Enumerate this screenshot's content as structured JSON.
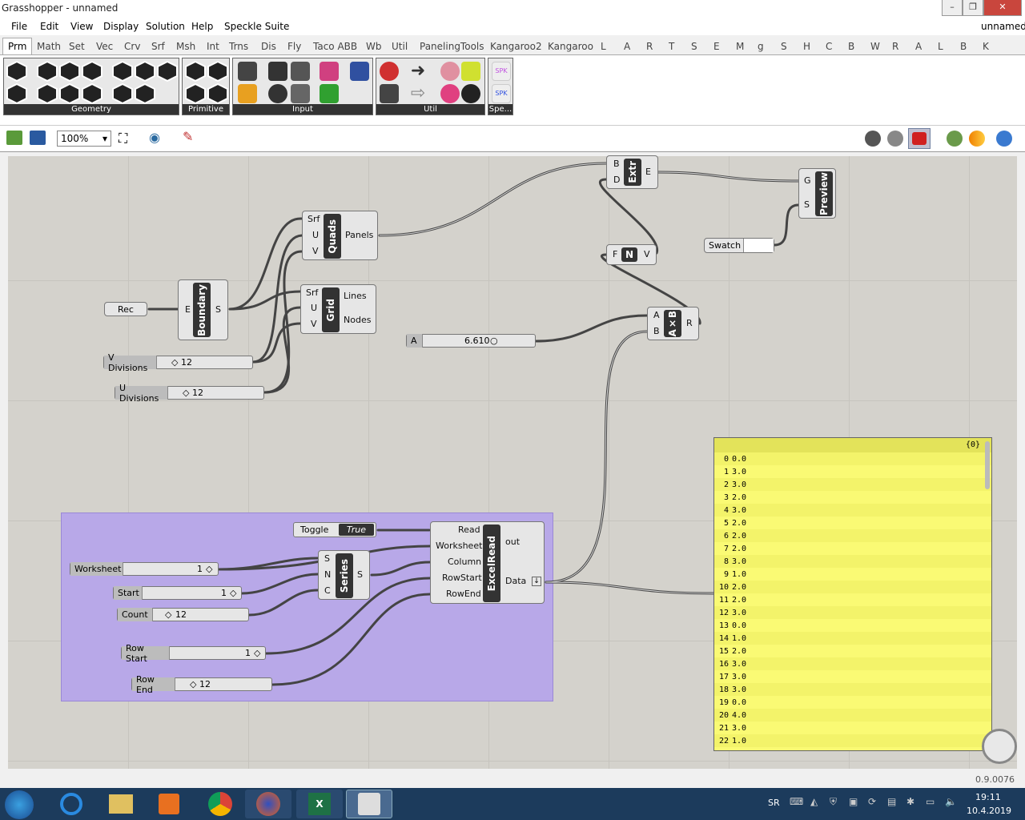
{
  "window": {
    "title": "Grasshopper - unnamed",
    "doc_name": "unnamed"
  },
  "menus": [
    "File",
    "Edit",
    "View",
    "Display",
    "Solution",
    "Help",
    "Speckle Suite"
  ],
  "tabs": [
    "Prm",
    "Math",
    "Set",
    "Vec",
    "Crv",
    "Srf",
    "Msh",
    "Int",
    "Trns",
    "Dis",
    "Fly",
    "Taco ABB",
    "Wb",
    "Util",
    "PanelingTools",
    "Kangaroo2",
    "Kangaroo",
    "L",
    "A",
    "R",
    "T",
    "S",
    "E",
    "M",
    "g",
    "S",
    "H",
    "C",
    "B",
    "W",
    "R",
    "A",
    "L",
    "B",
    "K"
  ],
  "ribbon_panels": {
    "geometry": "Geometry",
    "primitive": "Primitive",
    "input": "Input",
    "util": "Util",
    "speckle": "Spe..."
  },
  "toolbar": {
    "zoom": "100%"
  },
  "components": {
    "rec": "Rec",
    "boundary": {
      "name": "Boundary",
      "in_e": "E",
      "out_s": "S"
    },
    "quads": {
      "name": "Quads",
      "in_srf": "Srf",
      "in_u": "U",
      "in_v": "V",
      "out": "Panels"
    },
    "grid": {
      "name": "Grid",
      "in_srf": "Srf",
      "in_u": "U",
      "in_v": "V",
      "out_lines": "Lines",
      "out_nodes": "Nodes"
    },
    "extr": {
      "name": "Extr",
      "in_b": "B",
      "in_d": "D",
      "out_e": "E"
    },
    "preview": {
      "name": "Preview",
      "in_g": "G",
      "in_s": "S"
    },
    "swatch": "Swatch",
    "unit": {
      "name": "N",
      "in_f": "F",
      "out_v": "V"
    },
    "mult": {
      "name": "A×B",
      "in_a": "A",
      "in_b": "B",
      "out_r": "R"
    },
    "series": {
      "name": "Series",
      "in_s": "S",
      "in_n": "N",
      "in_c": "C",
      "out_s": "S"
    },
    "excel": {
      "name": "ExcelRead",
      "in": [
        "Read",
        "Worksheet",
        "Column",
        "RowStart",
        "RowEnd"
      ],
      "out_out": "out",
      "out_data": "Data"
    }
  },
  "sliders": {
    "a": {
      "label": "A",
      "value": "6.610"
    },
    "vdiv": {
      "label": "V Divisions",
      "value": "12"
    },
    "udiv": {
      "label": "U Divisions",
      "value": "12"
    },
    "worksheet": {
      "label": "Worksheet",
      "value": "1"
    },
    "start": {
      "label": "Start",
      "value": "1"
    },
    "count": {
      "label": "Count",
      "value": "12"
    },
    "rowstart": {
      "label": "Row Start",
      "value": "1"
    },
    "rowend": {
      "label": "Row End",
      "value": "12"
    }
  },
  "toggle": {
    "label": "Toggle",
    "value": "True"
  },
  "panel": {
    "path": "{0}",
    "rows": [
      {
        "i": "0",
        "v": "0.0"
      },
      {
        "i": "1",
        "v": "3.0"
      },
      {
        "i": "2",
        "v": "3.0"
      },
      {
        "i": "3",
        "v": "2.0"
      },
      {
        "i": "4",
        "v": "3.0"
      },
      {
        "i": "5",
        "v": "2.0"
      },
      {
        "i": "6",
        "v": "2.0"
      },
      {
        "i": "7",
        "v": "2.0"
      },
      {
        "i": "8",
        "v": "3.0"
      },
      {
        "i": "9",
        "v": "1.0"
      },
      {
        "i": "10",
        "v": "2.0"
      },
      {
        "i": "11",
        "v": "2.0"
      },
      {
        "i": "12",
        "v": "3.0"
      },
      {
        "i": "13",
        "v": "0.0"
      },
      {
        "i": "14",
        "v": "1.0"
      },
      {
        "i": "15",
        "v": "2.0"
      },
      {
        "i": "16",
        "v": "3.0"
      },
      {
        "i": "17",
        "v": "3.0"
      },
      {
        "i": "18",
        "v": "3.0"
      },
      {
        "i": "19",
        "v": "0.0"
      },
      {
        "i": "20",
        "v": "4.0"
      },
      {
        "i": "21",
        "v": "3.0"
      },
      {
        "i": "22",
        "v": "1.0"
      }
    ]
  },
  "status": {
    "version": "0.9.0076"
  },
  "taskbar": {
    "lang": "SR",
    "time": "19:11",
    "date": "10.4.2019"
  }
}
